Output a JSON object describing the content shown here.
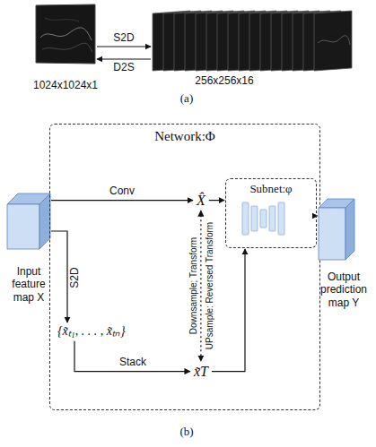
{
  "diagram": {
    "nodes": [
      {
        "text": [
          "1024x1024x1"
        ]
      },
      {
        "text": [
          "256x256x16"
        ]
      },
      {
        "text": [
          "Input feature map X"
        ]
      },
      {
        "text": [
          "Network:Φ"
        ]
      },
      {
        "text": [
          "X̂"
        ],
        "in": 3
      },
      {
        "text": [
          "Subnet:φ"
        ],
        "in": 3
      },
      {
        "text": [
          "{x̃ₜ₁, . . . , x̃ₜₙ}"
        ],
        "in": 3
      },
      {
        "text": [
          "x̃T"
        ],
        "in": 3
      },
      {
        "text": [
          "Output prediction map Y"
        ]
      }
    ],
    "edges": [
      {
        "from": 0,
        "to": 1,
        "arrow": "to",
        "label": "S2D"
      },
      {
        "from": 1,
        "to": 0,
        "arrow": "to",
        "label": "D2S"
      },
      {
        "from": 2,
        "to": 4,
        "arrow": "to",
        "label": "Conv"
      },
      {
        "from": 2,
        "to": 6,
        "arrow": "to",
        "label": "S2D"
      },
      {
        "from": 6,
        "to": 7,
        "arrow": "to",
        "label": "Stack"
      },
      {
        "from": 4,
        "to": 7,
        "arrow": "both"
      },
      {
        "from": 4,
        "to": 5,
        "arrow": "to"
      },
      {
        "from": 7,
        "to": 5,
        "arrow": "to"
      },
      {
        "from": 5,
        "to": 8,
        "arrow": "to"
      }
    ],
    "labels": [
      "(a)",
      "Downsample; Transform",
      "UPsample: Reversed Transform",
      "(b)"
    ]
  }
}
